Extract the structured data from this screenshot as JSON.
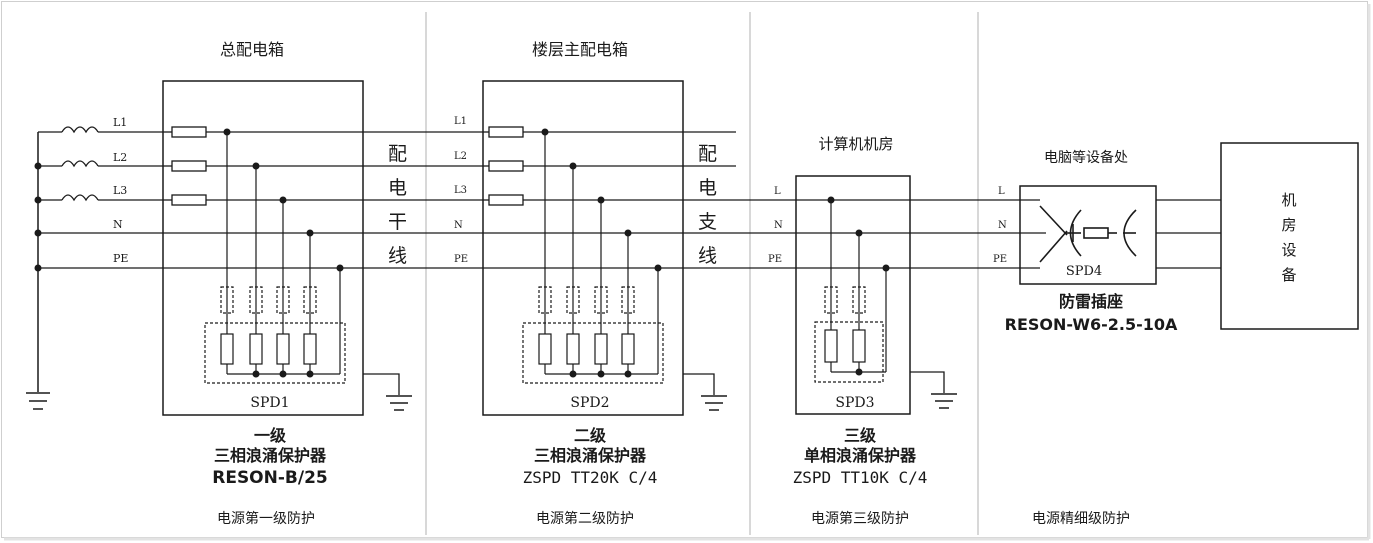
{
  "stage_titles": {
    "main_box": "总配电箱",
    "floor_box": "楼层主配电箱",
    "computer_room": "计算机机房",
    "device_place": "电脑等设备处"
  },
  "input_lines": {
    "l1": "L1",
    "l2": "L2",
    "l3": "L3",
    "n": "N",
    "pe": "PE"
  },
  "single_phase_lines": {
    "l": "L",
    "n": "N",
    "pe": "PE"
  },
  "trunk_label": [
    "配",
    "电",
    "干",
    "线"
  ],
  "branch_label": [
    "配",
    "电",
    "支",
    "线"
  ],
  "equipment_label": [
    "机",
    "房",
    "设",
    "备"
  ],
  "spd_labels": {
    "spd1": "SPD1",
    "spd2": "SPD2",
    "spd3": "SPD3",
    "spd4": "SPD4"
  },
  "products": {
    "spd1": {
      "level": "一级",
      "type": "三相浪涌保护器",
      "model": "RESON-B/25"
    },
    "spd2": {
      "level": "二级",
      "type": "三相浪涌保护器",
      "model": "ZSPD TT20K C/4"
    },
    "spd3": {
      "level": "三级",
      "type": "单相浪涌保护器",
      "model": "ZSPD TT10K C/4"
    },
    "spd4": {
      "type": "防雷插座",
      "model": "RESON-W6-2.5-10A"
    }
  },
  "protection_levels": {
    "level1": "电源第一级防护",
    "level2": "电源第二级防护",
    "level3": "电源第三级防护",
    "fine": "电源精细级防护"
  }
}
